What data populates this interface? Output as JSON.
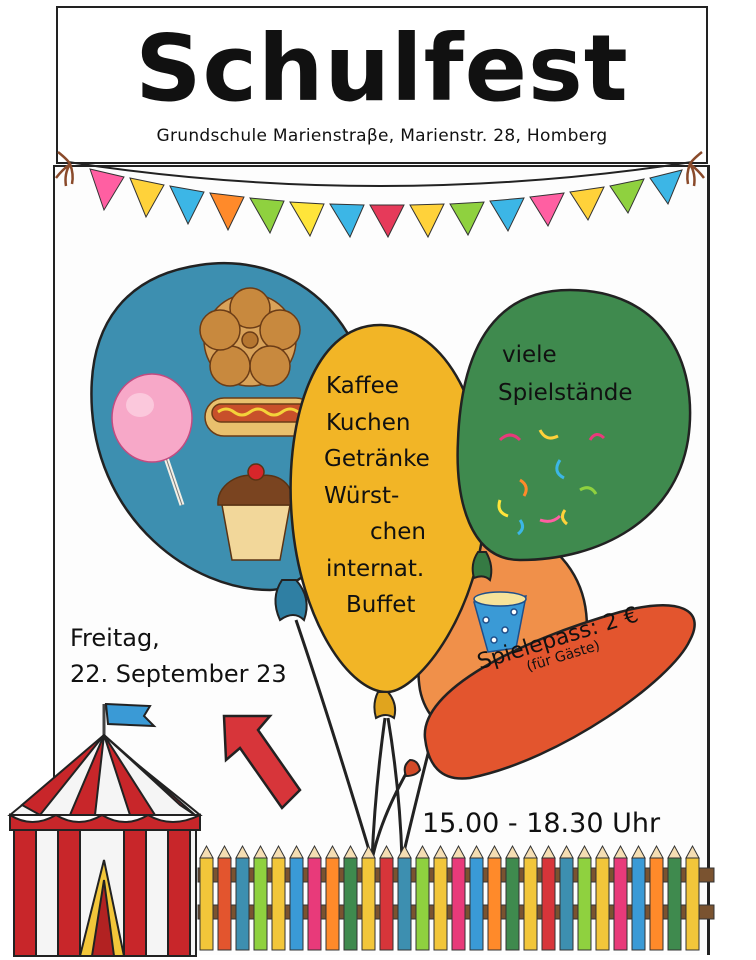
{
  "header": {
    "title": "Schulfest",
    "subtitle": "Grundschule Marienstraβe,  Marienstr. 28,  Homberg"
  },
  "yellow_balloon": {
    "items": [
      "Kaffee",
      "Kuchen",
      "Getränke",
      "Würst-",
      "chen",
      "internat.",
      "Buffet"
    ]
  },
  "green_balloon": {
    "lines": [
      "viele",
      "Spielstände"
    ]
  },
  "date": {
    "lines": [
      "Freitag,",
      "22. September 23"
    ]
  },
  "time": "15.00 - 18.30 Uhr",
  "pass": {
    "main": "Spielepass: 2 €",
    "sub": "(für Gäste)"
  },
  "colors": {
    "balloon_blue": "#3d8fb0",
    "balloon_yellow": "#f2b526",
    "balloon_green": "#3f8a4e",
    "balloon_orange": "#f0904a",
    "balloon_red": "#e3552e",
    "tent_red": "#c8262a",
    "arrow_red": "#d7353a"
  },
  "icons": [
    "waffle-icon",
    "cotton-candy-icon",
    "hotdog-icon",
    "muffin-icon",
    "cup-icon",
    "confetti-icon",
    "circus-tent-icon",
    "arrow-icon",
    "pencil-fence-icon",
    "bunting-icon"
  ]
}
